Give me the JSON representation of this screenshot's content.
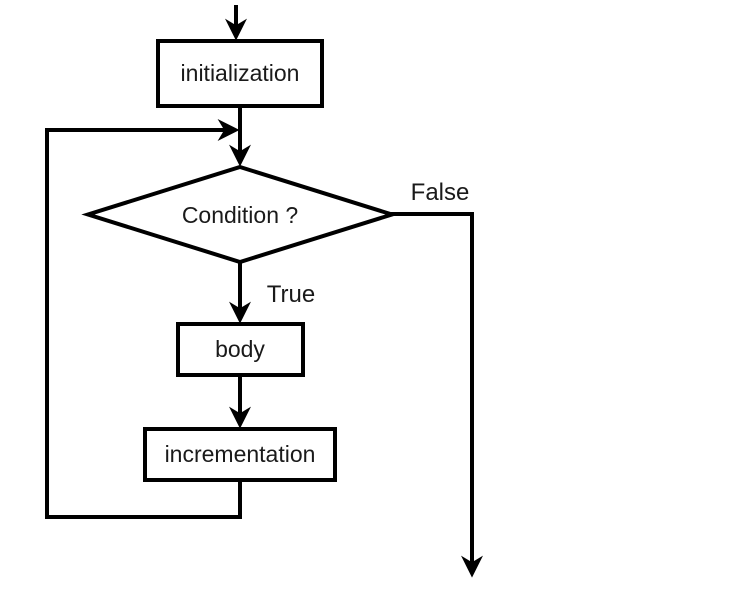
{
  "diagram": {
    "type": "flowchart",
    "nodes": {
      "initialization": {
        "label": "initialization",
        "shape": "rectangle"
      },
      "condition": {
        "label": "Condition ?",
        "shape": "diamond"
      },
      "body": {
        "label": "body",
        "shape": "rectangle"
      },
      "incrementation": {
        "label": "incrementation",
        "shape": "rectangle"
      }
    },
    "edges": [
      {
        "from": "start",
        "to": "initialization",
        "label": ""
      },
      {
        "from": "initialization",
        "to": "condition",
        "label": ""
      },
      {
        "from": "condition",
        "to": "body",
        "label": "True"
      },
      {
        "from": "body",
        "to": "incrementation",
        "label": ""
      },
      {
        "from": "incrementation",
        "to": "condition",
        "label": ""
      },
      {
        "from": "condition",
        "to": "exit",
        "label": "False"
      }
    ],
    "colors": {
      "line": "#000000",
      "text": "#1a1a1a",
      "background": "#ffffff"
    }
  }
}
